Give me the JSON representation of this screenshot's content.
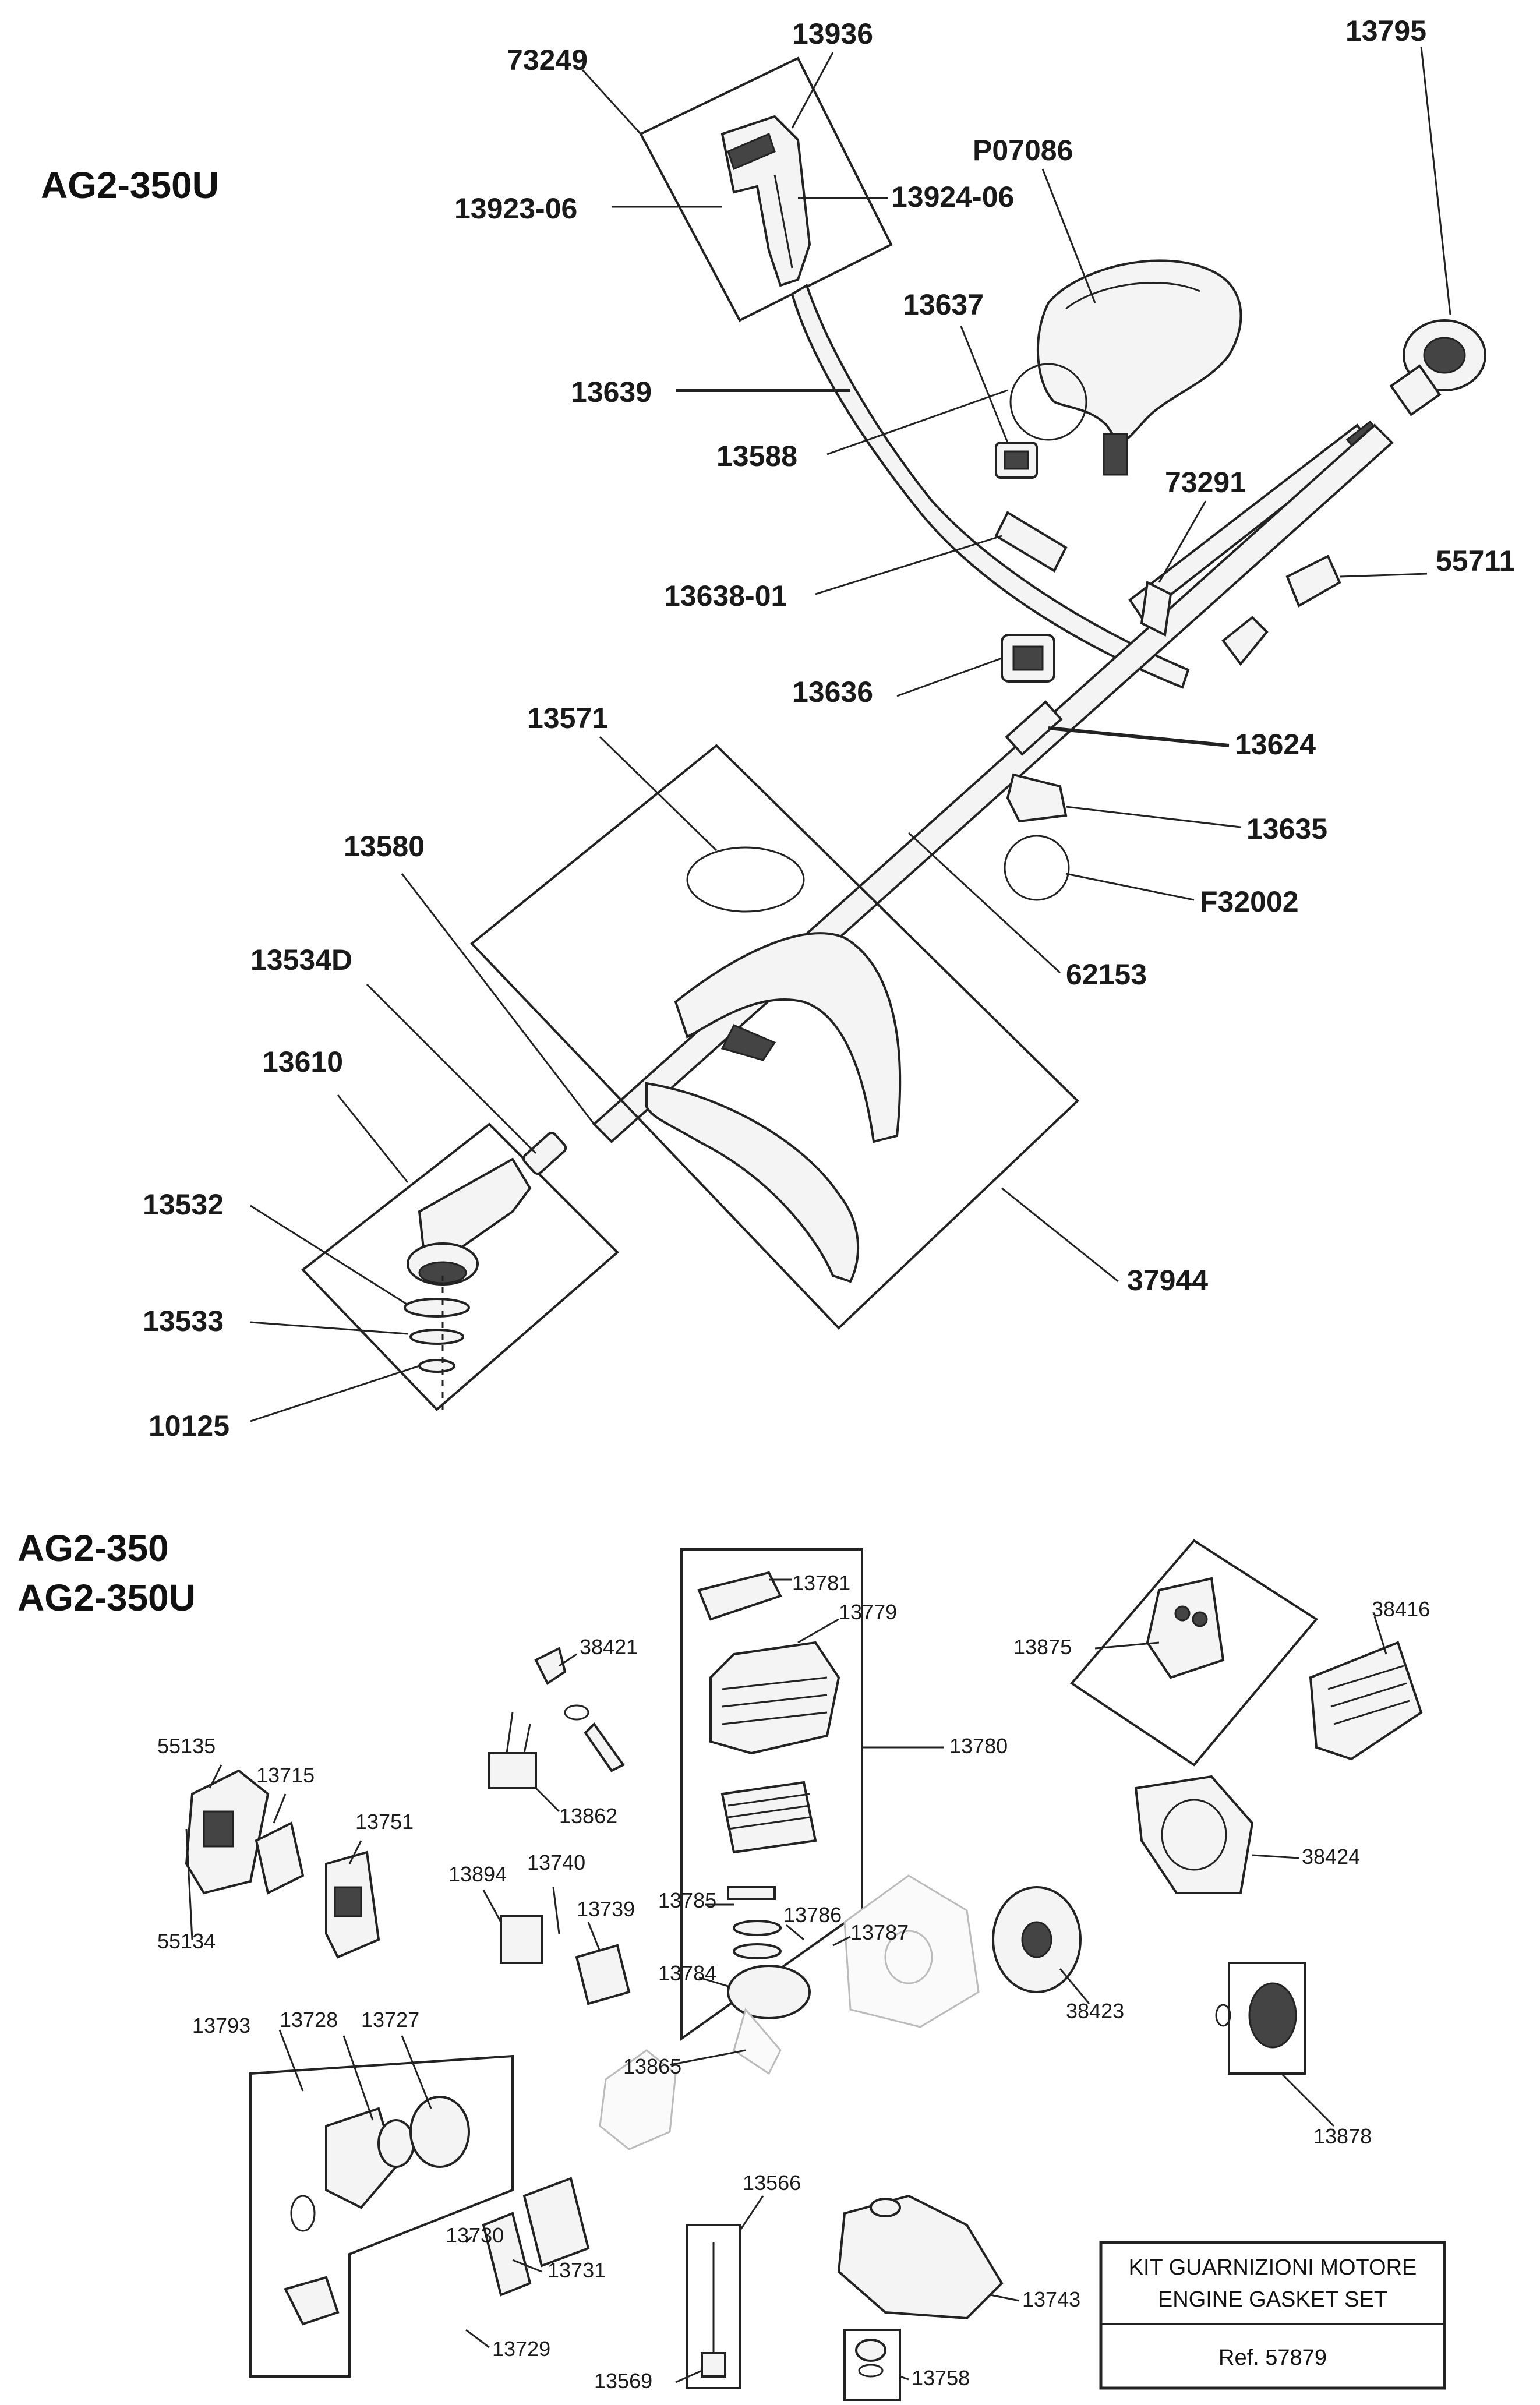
{
  "diagram": {
    "upper_model": "AG2-350U",
    "lower_models": [
      "AG2-350",
      "AG2-350U"
    ],
    "callouts_upper": [
      {
        "id": "73249"
      },
      {
        "id": "13936"
      },
      {
        "id": "13795"
      },
      {
        "id": "13923-06"
      },
      {
        "id": "13924-06"
      },
      {
        "id": "P07086"
      },
      {
        "id": "13637"
      },
      {
        "id": "13639"
      },
      {
        "id": "13588"
      },
      {
        "id": "73291"
      },
      {
        "id": "13638-01"
      },
      {
        "id": "55711"
      },
      {
        "id": "13636"
      },
      {
        "id": "13624"
      },
      {
        "id": "13571"
      },
      {
        "id": "13635"
      },
      {
        "id": "13580"
      },
      {
        "id": "F32002"
      },
      {
        "id": "62153"
      },
      {
        "id": "13534D"
      },
      {
        "id": "13610"
      },
      {
        "id": "13532"
      },
      {
        "id": "13533"
      },
      {
        "id": "37944"
      },
      {
        "id": "10125"
      }
    ],
    "callouts_lower": [
      {
        "id": "13781"
      },
      {
        "id": "13779"
      },
      {
        "id": "38421"
      },
      {
        "id": "38416"
      },
      {
        "id": "13875"
      },
      {
        "id": "13780"
      },
      {
        "id": "55135"
      },
      {
        "id": "13715"
      },
      {
        "id": "13751"
      },
      {
        "id": "13862"
      },
      {
        "id": "38424"
      },
      {
        "id": "13894"
      },
      {
        "id": "13740"
      },
      {
        "id": "13739"
      },
      {
        "id": "13785"
      },
      {
        "id": "13786"
      },
      {
        "id": "13787"
      },
      {
        "id": "55134"
      },
      {
        "id": "13784"
      },
      {
        "id": "38423"
      },
      {
        "id": "13793"
      },
      {
        "id": "13728"
      },
      {
        "id": "13727"
      },
      {
        "id": "13865"
      },
      {
        "id": "13878"
      },
      {
        "id": "13566"
      },
      {
        "id": "13730"
      },
      {
        "id": "13731"
      },
      {
        "id": "13743"
      },
      {
        "id": "13729"
      },
      {
        "id": "13569"
      },
      {
        "id": "13758"
      }
    ],
    "kit_box": {
      "line1": "KIT GUARNIZIONI MOTORE",
      "line2": "ENGINE GASKET SET",
      "ref": "Ref. 57879"
    }
  }
}
